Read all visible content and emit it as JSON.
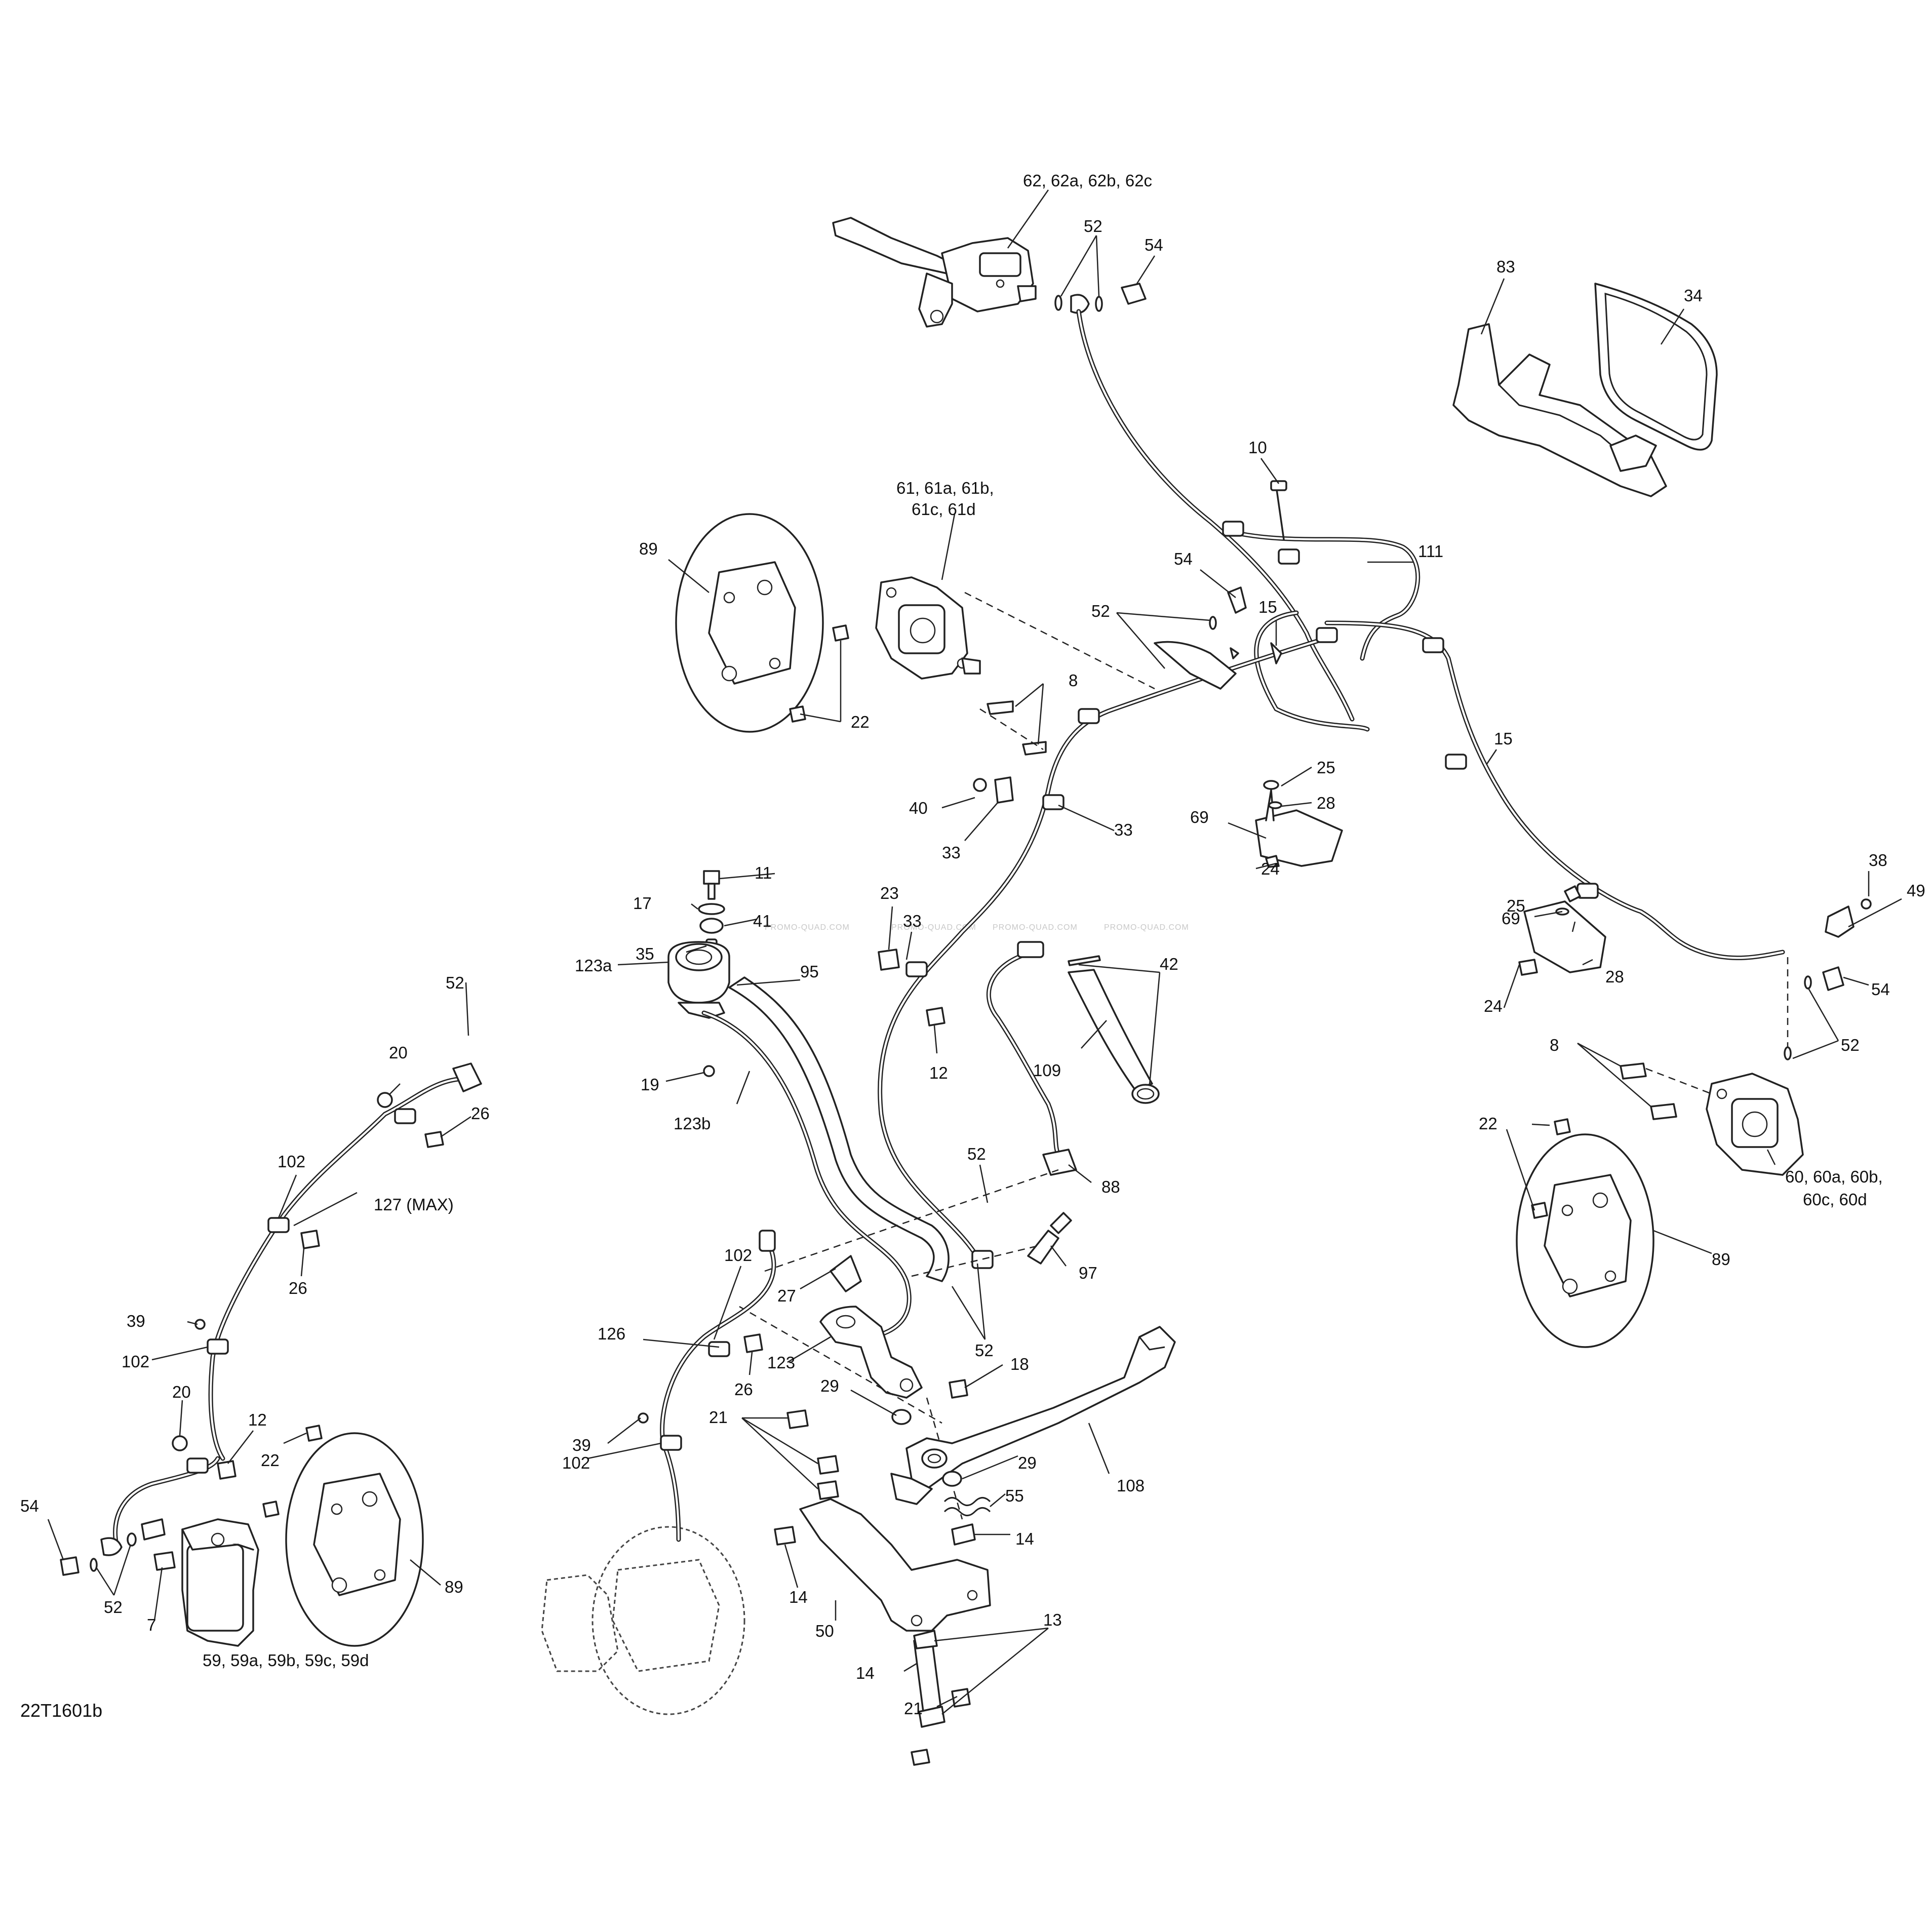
{
  "figure": {
    "reference_code": "22T1601b",
    "watermark": "PROMO-QUAD.COM"
  },
  "callouts": [
    {
      "id": "c-62",
      "text": "62, 62a, 62b, 62c"
    },
    {
      "id": "c-52-top",
      "text": "52"
    },
    {
      "id": "c-54-top",
      "text": "54"
    },
    {
      "id": "c-83",
      "text": "83"
    },
    {
      "id": "c-34",
      "text": "34"
    },
    {
      "id": "c-10",
      "text": "10"
    },
    {
      "id": "c-111",
      "text": "111"
    },
    {
      "id": "c-61-a",
      "text": "61, 61a, 61b,"
    },
    {
      "id": "c-61-b",
      "text": "61c, 61d"
    },
    {
      "id": "c-89-front-left",
      "text": "89"
    },
    {
      "id": "c-54-mid",
      "text": "54"
    },
    {
      "id": "c-15-a",
      "text": "15"
    },
    {
      "id": "c-52-mid",
      "text": "52"
    },
    {
      "id": "c-22-front-left",
      "text": "22"
    },
    {
      "id": "c-8-left",
      "text": "8"
    },
    {
      "id": "c-15-b",
      "text": "15"
    },
    {
      "id": "c-25-a",
      "text": "25"
    },
    {
      "id": "c-28-a",
      "text": "28"
    },
    {
      "id": "c-40",
      "text": "40"
    },
    {
      "id": "c-69-a",
      "text": "69"
    },
    {
      "id": "c-33-a",
      "text": "33"
    },
    {
      "id": "c-33-b",
      "text": "33"
    },
    {
      "id": "c-24-a",
      "text": "24"
    },
    {
      "id": "c-38",
      "text": "38"
    },
    {
      "id": "c-49",
      "text": "49"
    },
    {
      "id": "c-11",
      "text": "11"
    },
    {
      "id": "c-17",
      "text": "17"
    },
    {
      "id": "c-41",
      "text": "41"
    },
    {
      "id": "c-23",
      "text": "23"
    },
    {
      "id": "c-33-c",
      "text": "33"
    },
    {
      "id": "c-25-b",
      "text": "25"
    },
    {
      "id": "c-35",
      "text": "35"
    },
    {
      "id": "c-69-b",
      "text": "69"
    },
    {
      "id": "c-28-b",
      "text": "28"
    },
    {
      "id": "c-54-right",
      "text": "54"
    },
    {
      "id": "c-123a",
      "text": "123a"
    },
    {
      "id": "c-95",
      "text": "95"
    },
    {
      "id": "c-42",
      "text": "42"
    },
    {
      "id": "c-24-b",
      "text": "24"
    },
    {
      "id": "c-52-left-top",
      "text": "52"
    },
    {
      "id": "c-52-right",
      "text": "52"
    },
    {
      "id": "c-8-right",
      "text": "8"
    },
    {
      "id": "c-12-a",
      "text": "12"
    },
    {
      "id": "c-109",
      "text": "109"
    },
    {
      "id": "c-19",
      "text": "19"
    },
    {
      "id": "c-20-a",
      "text": "20"
    },
    {
      "id": "c-26-a",
      "text": "26"
    },
    {
      "id": "c-123b",
      "text": "123b"
    },
    {
      "id": "c-22-right",
      "text": "22"
    },
    {
      "id": "c-60-a",
      "text": "60, 60a, 60b,"
    },
    {
      "id": "c-60-b",
      "text": "60c, 60d"
    },
    {
      "id": "c-102-a",
      "text": "102"
    },
    {
      "id": "c-127",
      "text": "127 (MAX)"
    },
    {
      "id": "c-52-center",
      "text": "52"
    },
    {
      "id": "c-88",
      "text": "88"
    },
    {
      "id": "c-97",
      "text": "97"
    },
    {
      "id": "c-89-right",
      "text": "89"
    },
    {
      "id": "c-102-b",
      "text": "102"
    },
    {
      "id": "c-26-b",
      "text": "26"
    },
    {
      "id": "c-27",
      "text": "27"
    },
    {
      "id": "c-52-bottom",
      "text": "52"
    },
    {
      "id": "c-39-a",
      "text": "39"
    },
    {
      "id": "c-126",
      "text": "126"
    },
    {
      "id": "c-102-c",
      "text": "102"
    },
    {
      "id": "c-123",
      "text": "123"
    },
    {
      "id": "c-26-c",
      "text": "26"
    },
    {
      "id": "c-18",
      "text": "18"
    },
    {
      "id": "c-29-a",
      "text": "29"
    },
    {
      "id": "c-20-b",
      "text": "20"
    },
    {
      "id": "c-12-b",
      "text": "12"
    },
    {
      "id": "c-21-a",
      "text": "21"
    },
    {
      "id": "c-22-rear-left",
      "text": "22"
    },
    {
      "id": "c-39-b",
      "text": "39"
    },
    {
      "id": "c-102-d",
      "text": "102"
    },
    {
      "id": "c-29-b",
      "text": "29"
    },
    {
      "id": "c-108",
      "text": "108"
    },
    {
      "id": "c-55",
      "text": "55"
    },
    {
      "id": "c-14-a",
      "text": "14"
    },
    {
      "id": "c-54-left",
      "text": "54"
    },
    {
      "id": "c-89-rear-left",
      "text": "89"
    },
    {
      "id": "c-52-left-bottom",
      "text": "52"
    },
    {
      "id": "c-7",
      "text": "7"
    },
    {
      "id": "c-14-b",
      "text": "14"
    },
    {
      "id": "c-13",
      "text": "13"
    },
    {
      "id": "c-50",
      "text": "50"
    },
    {
      "id": "c-59",
      "text": "59, 59a, 59b, 59c, 59d"
    },
    {
      "id": "c-14-c",
      "text": "14"
    },
    {
      "id": "c-21-b",
      "text": "21"
    }
  ]
}
